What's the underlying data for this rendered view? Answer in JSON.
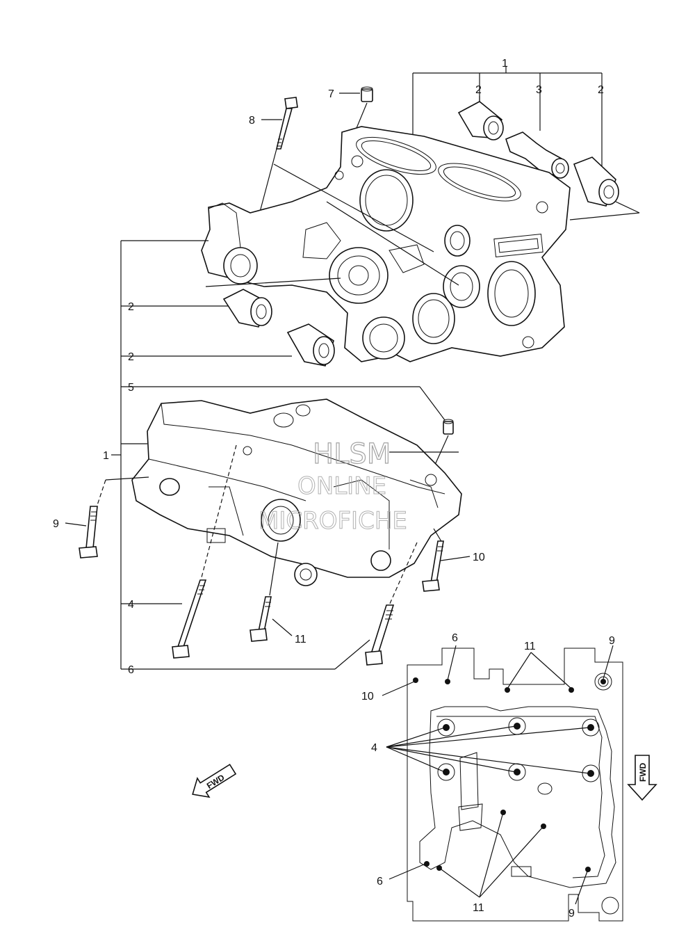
{
  "labels": {
    "top_1": "1",
    "top_2a": "2",
    "top_3": "3",
    "top_2b": "2",
    "part_7": "7",
    "part_8": "8",
    "left_2a": "2",
    "left_2b": "2",
    "left_5": "5",
    "left_1": "1",
    "left_9": "9",
    "left_4": "4",
    "left_6": "6",
    "mid_10": "10",
    "mid_11": "11"
  },
  "fwd": {
    "left_arrow": "FWD",
    "right_arrow": "FWD"
  },
  "layout_view": {
    "label_6_top": "6",
    "label_11_top": "11",
    "label_9_top": "9",
    "label_10": "10",
    "label_4": "4",
    "label_6_bottom": "6",
    "label_11_bottom": "11",
    "label_9_bottom": "9"
  },
  "watermark": {
    "line1": "HLSM",
    "line2": "ONLINE",
    "line3": "MICROFICHE"
  }
}
